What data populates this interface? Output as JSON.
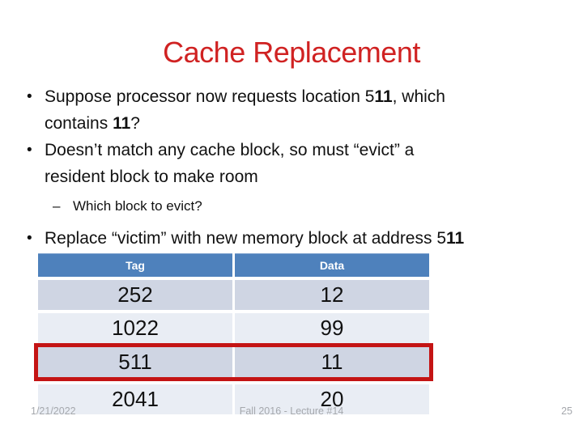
{
  "slide": {
    "title": "Cache Replacement",
    "footer": {
      "date": "1/21/2022",
      "course": "Fall 2016 - Lecture #14",
      "page_number": "25"
    }
  },
  "markers": {
    "bullet_char": "•",
    "dash_char": "–"
  },
  "content": {
    "bullet1": {
      "line1_pre": "Suppose processor now requests location 5",
      "line1_bold": "11",
      "line1_post": ", which",
      "line2_pre": "contains ",
      "line2_bold": "11",
      "line2_post": "?"
    },
    "bullet2": {
      "line1": "Doesn’t match any cache block, so must “evict” a",
      "line2": "resident block to make room"
    },
    "sub_bullet": {
      "text": "Which block to evict?"
    },
    "bullet3": {
      "pre": "Replace “victim” with new memory block at address 5",
      "bold": "11"
    }
  },
  "cache_table": {
    "headers": [
      "Tag",
      "Data"
    ],
    "rows": [
      {
        "tag": "252",
        "data": "12",
        "highlighted": false
      },
      {
        "tag": "1022",
        "data": "99",
        "highlighted": false
      },
      {
        "tag": "511",
        "data": "11",
        "highlighted": true
      },
      {
        "tag": "2041",
        "data": "20",
        "highlighted": false
      }
    ]
  },
  "colors": {
    "title_red": "#d02222",
    "highlight_border_red": "#c41414",
    "table_header_blue": "#4e81bc",
    "row_shaded": "#cfd5e3",
    "row_light": "#e9edf4",
    "footer_gray": "#a5a8ad"
  }
}
